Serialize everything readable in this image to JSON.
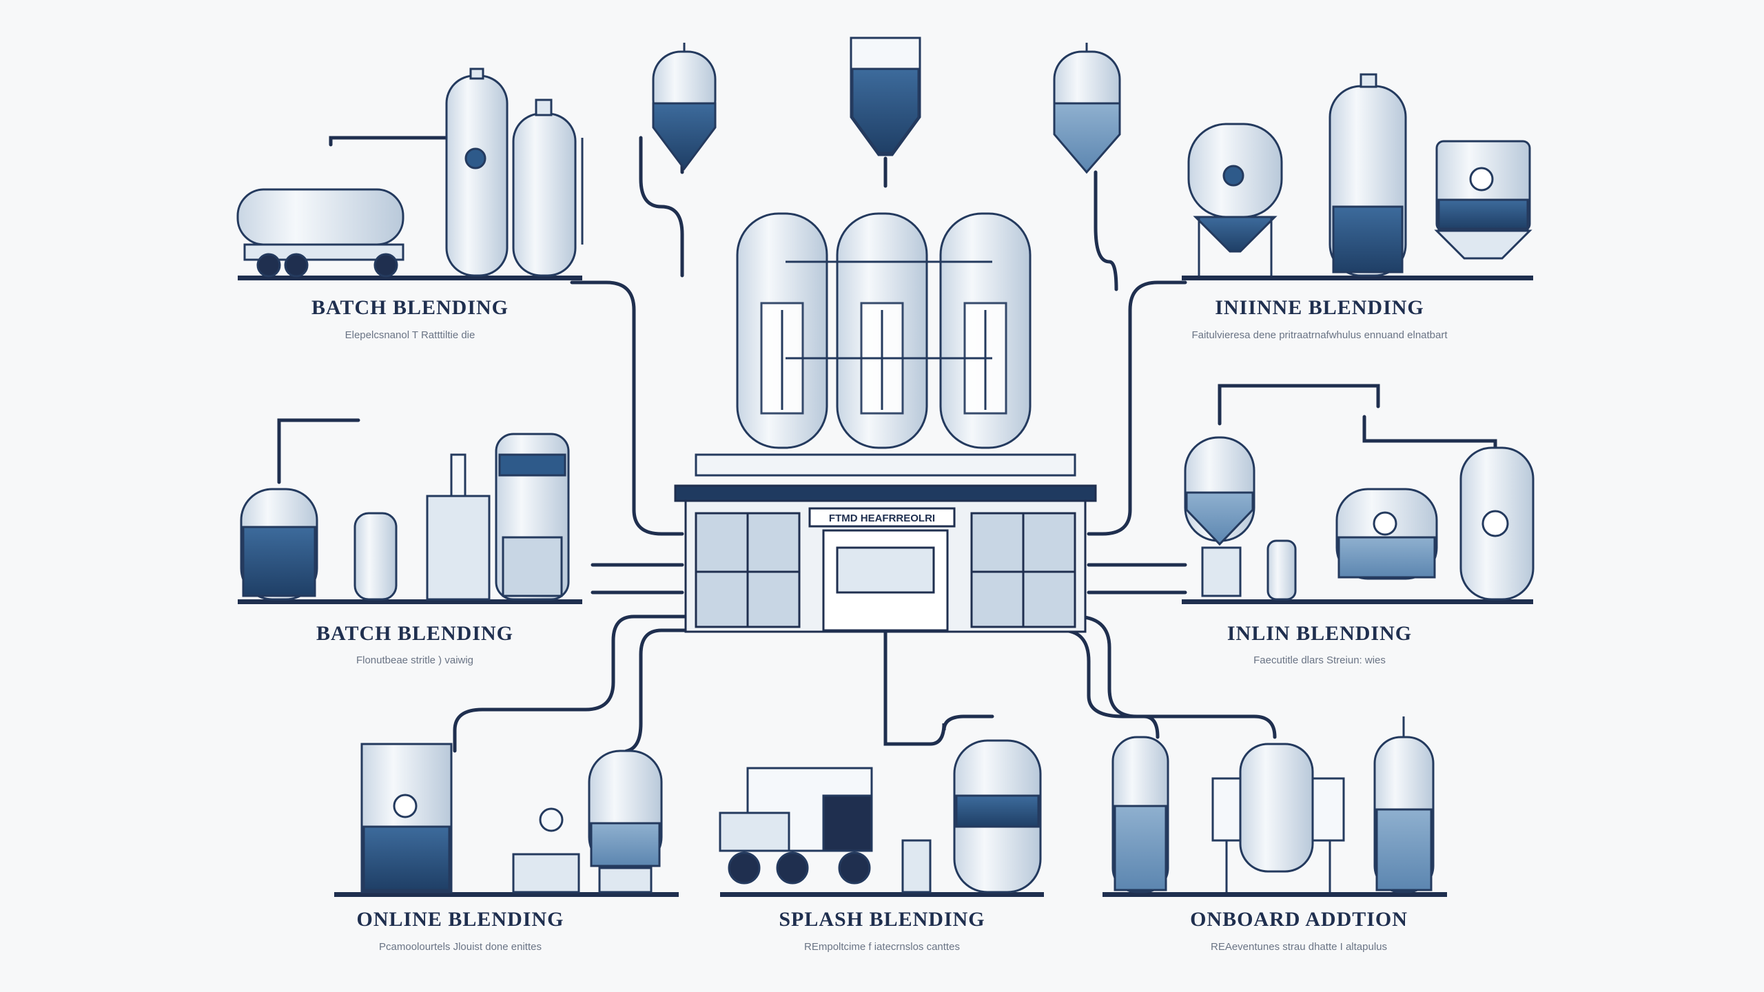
{
  "center": {
    "sign": "FTMD HEAFRREOLRI"
  },
  "sections": [
    {
      "id": "top-left",
      "title": "BATCH BLENDING",
      "subtitle": "Elepelcsnanol  T Ratttiltie  die"
    },
    {
      "id": "top-right",
      "title": "INIINNE BLENDING",
      "subtitle": "Faitulvieresa dene pritraatrnafwhulus ennuand elnatbart"
    },
    {
      "id": "middle-left",
      "title": "BATCH BLENDING",
      "subtitle": "Flonutbeae stritle ) vaiwig"
    },
    {
      "id": "middle-right",
      "title": "INLIN BLENDING",
      "subtitle": "Faecutitle dlars Streiun: wies"
    },
    {
      "id": "bottom-left",
      "title": "ONLINE BLENDING",
      "subtitle": "Pcamoolourtels Jlouist done enittes"
    },
    {
      "id": "bottom-center",
      "title": "SPLASH BLENDING",
      "subtitle": "REmpoltcime  f iatecrnslos canttes"
    },
    {
      "id": "bottom-right",
      "title": "ONBOARD ADDTION",
      "subtitle": "REAeventunes strau dhatte  I  altapulus"
    }
  ],
  "colors": {
    "navy": "#1f2f4f",
    "blue": "#2e5a8a",
    "light": "#dfe8f1",
    "outline": "#243a5e"
  }
}
